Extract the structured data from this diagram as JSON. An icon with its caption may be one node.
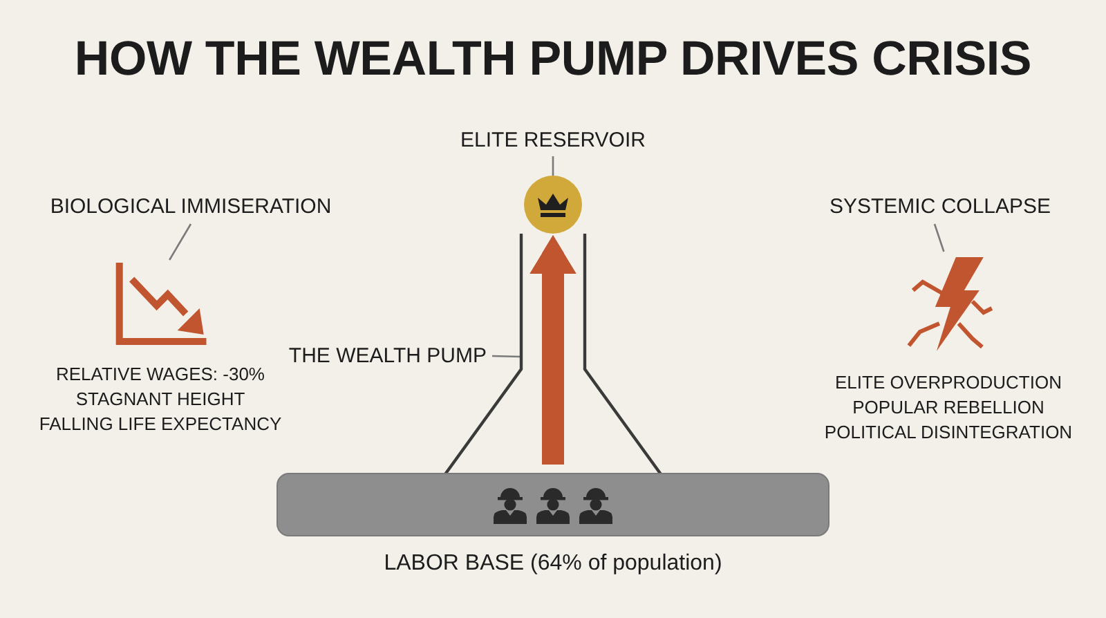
{
  "diagram": {
    "title": "HOW THE WEALTH PUMP DRIVES CRISIS",
    "nodes": [
      {
        "text": [
          "BIOLOGICAL IMMISERATION"
        ]
      },
      {
        "text": [],
        "shape": "picture",
        "beside": [
          "RELATIVE WAGES: -30%",
          "STAGNANT HEIGHT",
          "FALLING LIFE EXPECTANCY"
        ]
      },
      {
        "text": [
          "ELITE RESERVOIR"
        ]
      },
      {
        "text": [],
        "shape": "circle"
      },
      {
        "text": [
          "THE WEALTH PUMP"
        ]
      },
      {
        "text": [],
        "shape": "picture"
      },
      {
        "text": [
          "LABOR BASE (64% of population)"
        ]
      },
      {
        "text": [
          "SYSTEMIC COLLAPSE"
        ]
      },
      {
        "text": [],
        "shape": "picture",
        "beside": [
          "ELITE OVERPRODUCTION",
          "POPULAR REBELLION",
          "POLITICAL DISINTEGRATION"
        ]
      }
    ],
    "edges": [
      {
        "from": 0,
        "to": 1,
        "arrow": "none"
      },
      {
        "from": 2,
        "to": 3,
        "arrow": "none"
      },
      {
        "from": 4,
        "to": 5,
        "arrow": "none"
      },
      {
        "from": 6,
        "to": 3,
        "arrow": "to",
        "style": "thick",
        "color": "#c1552f"
      },
      {
        "from": 7,
        "to": 8,
        "arrow": "none"
      }
    ]
  }
}
